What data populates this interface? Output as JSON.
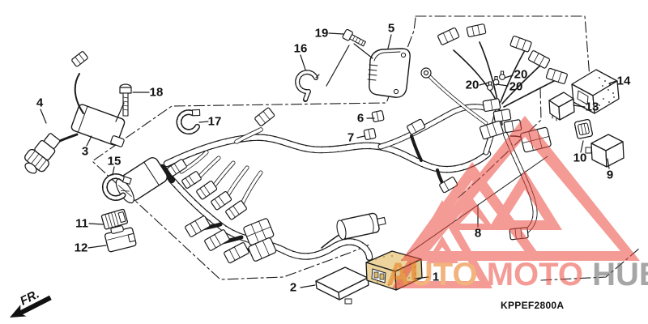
{
  "page": {
    "part_code": "KPPEF2800A",
    "direction_label": "FR."
  },
  "watermark": {
    "opacity": "0.55",
    "triangle_color": "#EC4A40",
    "segments": [
      {
        "text": "AUTO",
        "color": "#E87613"
      },
      {
        "text": "MOTO",
        "color": "#EC4A40"
      },
      {
        "text": "HUB",
        "color": "#5F5F5F"
      }
    ]
  },
  "callouts": [
    {
      "n": "1"
    },
    {
      "n": "2"
    },
    {
      "n": "3"
    },
    {
      "n": "4"
    },
    {
      "n": "5"
    },
    {
      "n": "6"
    },
    {
      "n": "7"
    },
    {
      "n": "8"
    },
    {
      "n": "9"
    },
    {
      "n": "10"
    },
    {
      "n": "11"
    },
    {
      "n": "12"
    },
    {
      "n": "13"
    },
    {
      "n": "14"
    },
    {
      "n": "15"
    },
    {
      "n": "16"
    },
    {
      "n": "17"
    },
    {
      "n": "18"
    },
    {
      "n": "19"
    },
    {
      "n": "20"
    },
    {
      "n": "20"
    },
    {
      "n": "20"
    }
  ]
}
